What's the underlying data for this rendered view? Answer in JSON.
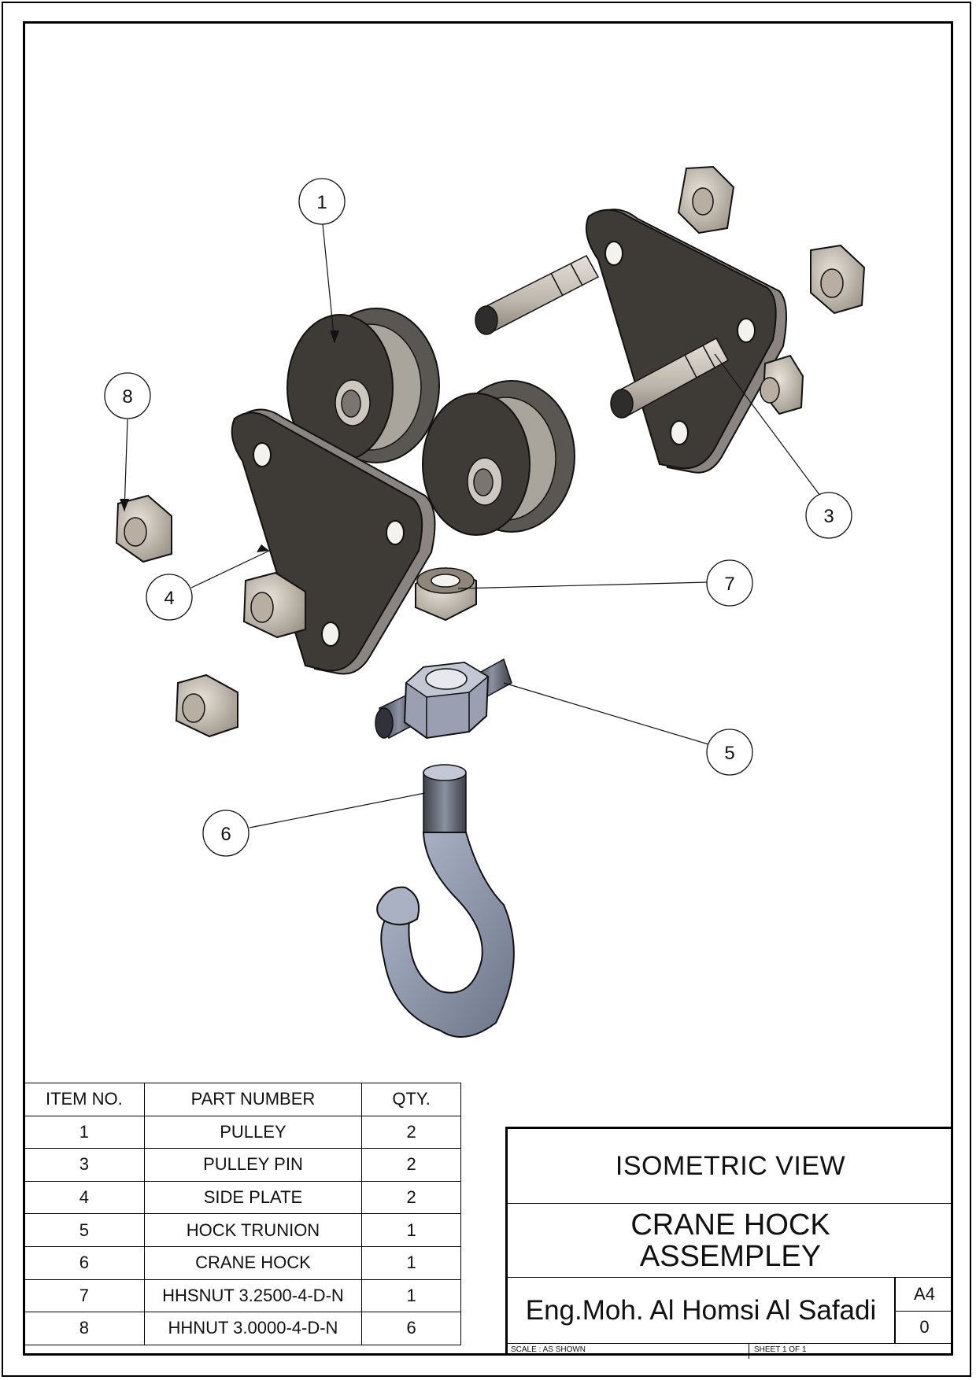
{
  "bom": {
    "headers": {
      "item": "ITEM NO.",
      "part": "PART NUMBER",
      "qty": "QTY."
    },
    "rows": [
      {
        "item": "1",
        "part": "PULLEY",
        "qty": "2"
      },
      {
        "item": "3",
        "part": "PULLEY PIN",
        "qty": "2"
      },
      {
        "item": "4",
        "part": "SIDE PLATE",
        "qty": "2"
      },
      {
        "item": "5",
        "part": "HOCK TRUNION",
        "qty": "1"
      },
      {
        "item": "6",
        "part": "CRANE HOCK",
        "qty": "1"
      },
      {
        "item": "7",
        "part": "HHSNUT 3.2500-4-D-N",
        "qty": "1"
      },
      {
        "item": "8",
        "part": "HHNUT 3.0000-4-D-N",
        "qty": "6"
      }
    ]
  },
  "balloons": {
    "b1": "1",
    "b3": "3",
    "b4": "4",
    "b5": "5",
    "b6": "6",
    "b7": "7",
    "b8": "8"
  },
  "title_block": {
    "view": "ISOMETRIC VIEW",
    "title_line1": "CRANE HOCK",
    "title_line2": "ASSEMPLEY",
    "author": "Eng.Moh. Al Homsi Al Safadi",
    "size": "A4",
    "revision": "0",
    "scale": "SCALE : AS SHOWN",
    "sheet": "SHEET 1 OF 1"
  },
  "colors": {
    "plate": "#3e3b37",
    "plate_edge": "#8a8580",
    "nut": "#c9c2b8",
    "pin": "#cfc9c0",
    "hook": "#8e97ad"
  }
}
